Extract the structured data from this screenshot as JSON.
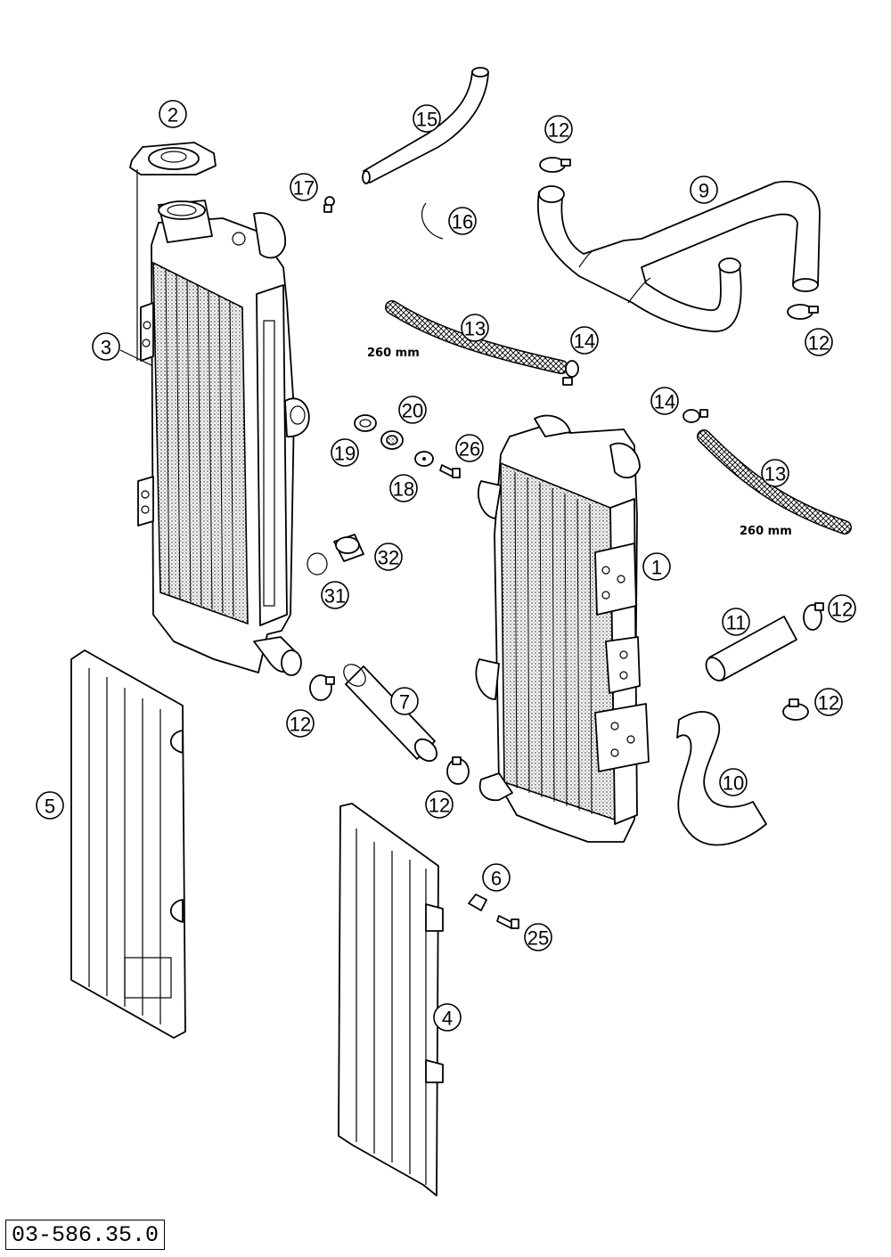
{
  "diagram": {
    "drawing_number": "03-586.35.0",
    "dimension_label": "260 mm",
    "callouts": [
      "1",
      "2",
      "3",
      "4",
      "5",
      "6",
      "7",
      "9",
      "10",
      "11",
      "12",
      "13",
      "14",
      "15",
      "16",
      "17",
      "18",
      "19",
      "20",
      "25",
      "26",
      "31",
      "32"
    ]
  }
}
